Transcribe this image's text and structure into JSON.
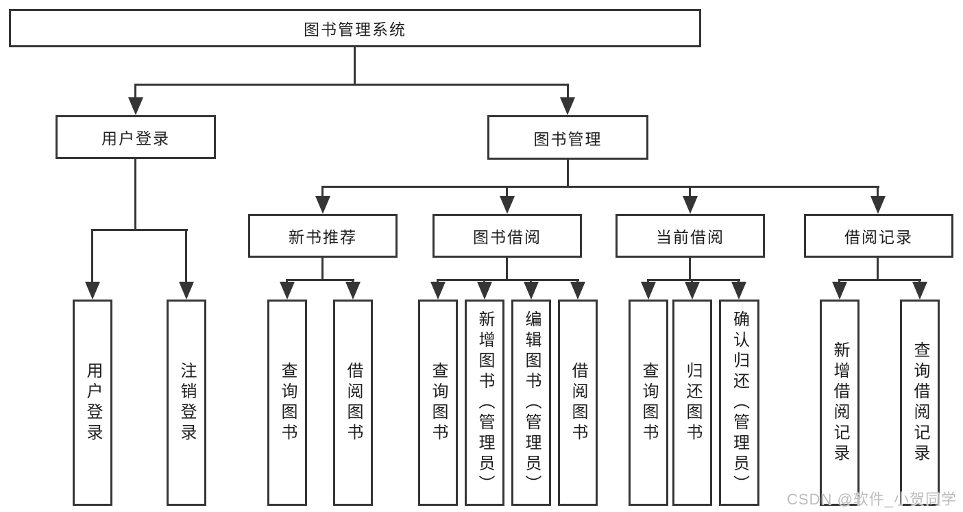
{
  "colors": {
    "line": "#353535",
    "text": "#1f1f1f",
    "background": "#ffffff",
    "watermark": "#bdbdbd"
  },
  "nodes": {
    "level1": {
      "label": "图书管理系统"
    },
    "level2": [
      {
        "id": "user-login",
        "label": "用户登录"
      },
      {
        "id": "book-management",
        "label": "图书管理"
      }
    ],
    "level3": [
      {
        "id": "new-book-recommendation",
        "label": "新书推荐"
      },
      {
        "id": "book-borrowing",
        "label": "图书借阅"
      },
      {
        "id": "current-borrowing",
        "label": "当前借阅"
      },
      {
        "id": "borrowing-records",
        "label": "借阅记录"
      }
    ],
    "level4_groups": [
      {
        "parent": "用户登录",
        "items": [
          "用户登录",
          "注销登录"
        ]
      },
      {
        "parent": "新书推荐",
        "items": [
          "查询图书",
          "借阅图书"
        ]
      },
      {
        "parent": "图书借阅",
        "items": [
          "查询图书",
          "新增图书（管理员）",
          "编辑图书（管理员）",
          "借阅图书"
        ]
      },
      {
        "parent": "当前借阅",
        "items": [
          "查询图书",
          "归还图书",
          "确认归还（管理员）"
        ]
      },
      {
        "parent": "借阅记录",
        "items": [
          "新增借阅记录",
          "查询借阅记录"
        ]
      }
    ]
  },
  "watermark": {
    "text": "CSDN @软件_小贺同学"
  }
}
